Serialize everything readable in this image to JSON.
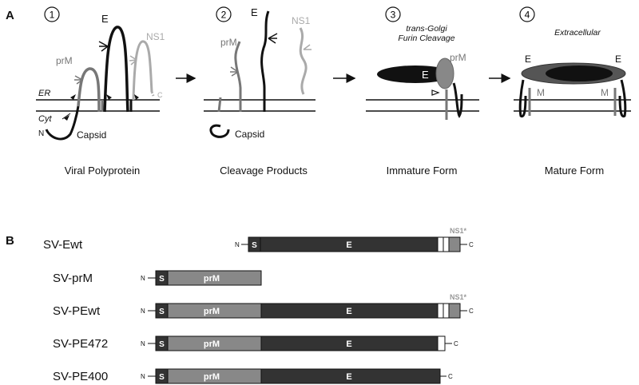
{
  "panel_a": {
    "label": "A",
    "steps": [
      {
        "num": "1",
        "caption": "Viral Polyprotein"
      },
      {
        "num": "2",
        "caption": "Cleavage Products"
      },
      {
        "num": "3",
        "caption": "Immature Form",
        "header1": "trans-Golgi",
        "header2": "Furin Cleavage"
      },
      {
        "num": "4",
        "caption": "Mature Form",
        "header1": "Extracellular"
      }
    ],
    "labels": {
      "E": "E",
      "prM": "prM",
      "NS1": "NS1",
      "capsid": "Capsid",
      "ER": "ER",
      "Cyt": "Cyt",
      "N": "N",
      "C": "C",
      "M": "M"
    }
  },
  "panel_b": {
    "label": "B",
    "constructs": [
      {
        "name": "SV-Ewt"
      },
      {
        "name": "SV-prM"
      },
      {
        "name": "SV-PEwt"
      },
      {
        "name": "SV-PE472"
      },
      {
        "name": "SV-PE400"
      }
    ],
    "segment_labels": {
      "S": "S",
      "prM": "prM",
      "E": "E",
      "NS1": "NS1*",
      "N": "N",
      "C": "C"
    }
  },
  "colors": {
    "dark": "#111111",
    "mid": "#777777",
    "light": "#aaaaaa",
    "box_dark": "#333333",
    "box_gray": "#888888"
  }
}
